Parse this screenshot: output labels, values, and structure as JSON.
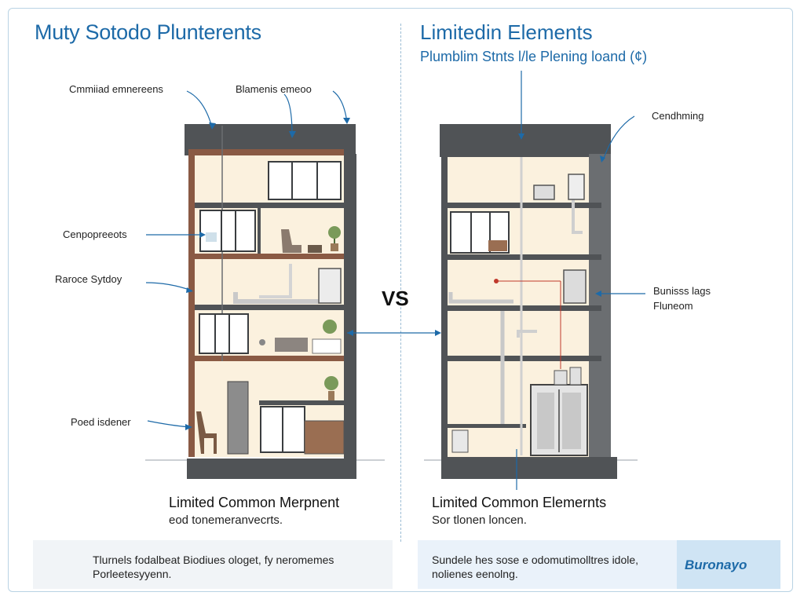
{
  "left": {
    "title": "Muty Sotodo Plunterents",
    "callouts": {
      "top_left": "Cmmiiad emnereens",
      "top_right": "Blamenis emeoo",
      "components": "Cenpopreeots",
      "plumbing": "Raroce Sytdoy",
      "bottom": "Poed isdener"
    },
    "caption_title": "Limited Common Merpnent",
    "caption_sub": "eod tonemeranvecrts.",
    "bar_text_1": "Tlurnels fodalbeat Biodiues ologet, fy neromemes",
    "bar_text_2": "Porleetesyyenn."
  },
  "right": {
    "title": "Limitedin Elements",
    "subtitle": "Plumblim Stnts l/le Plening loand (¢)",
    "callouts": {
      "top": "Cendhming",
      "mid_1": "Bunisss lags",
      "mid_2": "Fluneom"
    },
    "caption_title": "Limited Common Elemernts",
    "caption_sub": "Sor tlonen loncen.",
    "bar_text_1": "Sundele hes sose e odomutimolltres idole,",
    "bar_text_2": "nolienes eenolng.",
    "logo_text": "Buronayo"
  },
  "vs_label": "VS",
  "colors": {
    "accent": "#1d6aa8",
    "wall": "#505356",
    "wall_light": "#6b6e71",
    "floor_brown": "#8a5a44",
    "room_cream": "#fbf1de",
    "pipe": "#d4d4d4"
  }
}
